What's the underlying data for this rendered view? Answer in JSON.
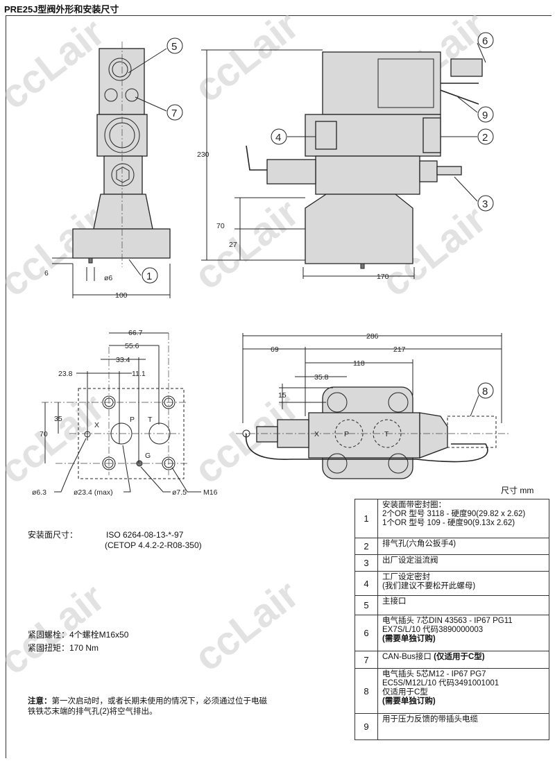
{
  "title": "PRE25J型阀外形和安装尺寸",
  "watermark": "ccLair",
  "units": "尺寸  mm",
  "callouts": [
    "1",
    "2",
    "3",
    "4",
    "5",
    "6",
    "7",
    "8",
    "9"
  ],
  "front_view": {
    "dims": {
      "width": "100",
      "foot": "6",
      "pin": "ø6"
    }
  },
  "side_view": {
    "dims": {
      "height": "230",
      "h70": "70",
      "h27": "27",
      "width": "170"
    }
  },
  "mounting_face": {
    "dims": {
      "d667": "66.7",
      "d556": "55.6",
      "d334": "33.4",
      "d238": "23.8",
      "d111": "11.1",
      "d35": "35",
      "d70": "70"
    },
    "ports": {
      "p": "P",
      "t": "T",
      "x": "X",
      "g": "G"
    },
    "notes": {
      "x_dia": "ø6.3",
      "pt_dia": "ø23.4 (max)",
      "g_dia": "ø7.5",
      "bolt": "M16"
    }
  },
  "top_view": {
    "dims": {
      "d286": "286",
      "d69": "69",
      "d217": "217",
      "d118": "118",
      "d358": "35.8",
      "d15": "15"
    },
    "ports": {
      "p": "P",
      "t": "T",
      "x": "X"
    }
  },
  "mounting_spec": {
    "label": "安装面尺寸：",
    "line1": "ISO 6264-08-13-*-97",
    "line2": "(CETOP 4.4.2-2-R08-350)"
  },
  "bolts": {
    "line1": "紧固螺栓：4个螺栓M16x50",
    "line2": "紧固扭矩：170 Nm"
  },
  "note": {
    "label": "注意：",
    "text": "第一次启动时，或者长期未使用的情况下，必须通过位于电磁铁铁芯末端的排气孔(2)将空气排出。"
  },
  "legend": [
    {
      "n": "1",
      "lines": [
        "安装面带密封圈：",
        "2个OR 型号 3118 - 硬度90(29.82 x 2.62)",
        "1个OR 型号 109 - 硬度90(9.13x 2.62)"
      ]
    },
    {
      "n": "2",
      "lines": [
        "排气孔(六角公扳手4)"
      ]
    },
    {
      "n": "3",
      "lines": [
        "出厂设定溢流阀"
      ]
    },
    {
      "n": "4",
      "lines": [
        "工厂设定密封",
        "(我们建议不要松开此螺母)"
      ]
    },
    {
      "n": "5",
      "lines": [
        "主接口"
      ]
    },
    {
      "n": "6",
      "lines": [
        "电气插头 7芯DIN 43563 - IP67 PG11",
        "EX7S/L/10 代码3890000003"
      ],
      "bold": "(需要单独订购)"
    },
    {
      "n": "7",
      "lines": [
        "CAN-Bus接口 "
      ],
      "bold": "(仅适用于C型)"
    },
    {
      "n": "8",
      "lines": [
        "电气插头 5芯M12 - IP67 PG7",
        "EC5S/M12L/10 代码3491001001",
        "仅适用于C型"
      ],
      "bold": "(需要单独订购)"
    },
    {
      "n": "9",
      "lines": [
        "用于压力反馈的带插头电缆"
      ]
    }
  ]
}
